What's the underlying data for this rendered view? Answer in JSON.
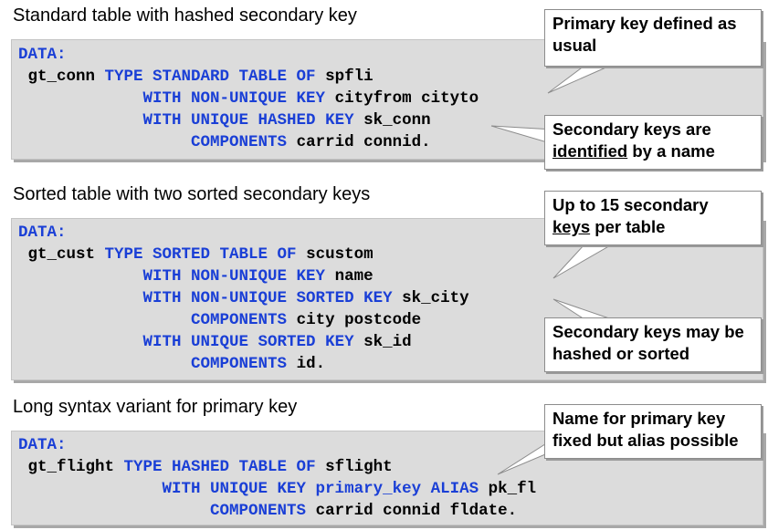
{
  "sections": [
    {
      "heading": "Standard table with hashed secondary key",
      "code": [
        [
          {
            "t": "DATA:",
            "k": 1
          }
        ],
        [
          {
            "t": " gt_conn ",
            "k": 0
          },
          {
            "t": "TYPE STANDARD TABLE OF",
            "k": 1
          },
          {
            "t": " spfli",
            "k": 0
          }
        ],
        [
          {
            "t": "             ",
            "k": 0
          },
          {
            "t": "WITH NON-UNIQUE KEY",
            "k": 1
          },
          {
            "t": " cityfrom cityto",
            "k": 0
          }
        ],
        [
          {
            "t": "             ",
            "k": 0
          },
          {
            "t": "WITH UNIQUE HASHED KEY",
            "k": 1
          },
          {
            "t": " sk_conn",
            "k": 0
          }
        ],
        [
          {
            "t": "                  ",
            "k": 0
          },
          {
            "t": "COMPONENTS",
            "k": 1
          },
          {
            "t": " carrid connid.",
            "k": 0
          }
        ]
      ]
    },
    {
      "heading": "Sorted table with two sorted secondary keys",
      "code": [
        [
          {
            "t": "DATA:",
            "k": 1
          }
        ],
        [
          {
            "t": " gt_cust ",
            "k": 0
          },
          {
            "t": "TYPE SORTED TABLE OF",
            "k": 1
          },
          {
            "t": " scustom",
            "k": 0
          }
        ],
        [
          {
            "t": "             ",
            "k": 0
          },
          {
            "t": "WITH NON-UNIQUE KEY",
            "k": 1
          },
          {
            "t": " name",
            "k": 0
          }
        ],
        [
          {
            "t": "             ",
            "k": 0
          },
          {
            "t": "WITH NON-UNIQUE SORTED KEY",
            "k": 1
          },
          {
            "t": " sk_city",
            "k": 0
          }
        ],
        [
          {
            "t": "                  ",
            "k": 0
          },
          {
            "t": "COMPONENTS",
            "k": 1
          },
          {
            "t": " city postcode",
            "k": 0
          }
        ],
        [
          {
            "t": "             ",
            "k": 0
          },
          {
            "t": "WITH UNIQUE SORTED KEY",
            "k": 1
          },
          {
            "t": " sk_id",
            "k": 0
          }
        ],
        [
          {
            "t": "                  ",
            "k": 0
          },
          {
            "t": "COMPONENTS",
            "k": 1
          },
          {
            "t": " id.",
            "k": 0
          }
        ]
      ]
    },
    {
      "heading": "Long syntax variant for primary key",
      "code": [
        [
          {
            "t": "DATA:",
            "k": 1
          }
        ],
        [
          {
            "t": " gt_flight ",
            "k": 0
          },
          {
            "t": "TYPE HASHED TABLE OF",
            "k": 1
          },
          {
            "t": " sflight",
            "k": 0
          }
        ],
        [
          {
            "t": "               ",
            "k": 0
          },
          {
            "t": "WITH UNIQUE KEY primary_key",
            "k": 1
          },
          {
            "t": " ",
            "k": 0
          },
          {
            "t": "ALIAS",
            "k": 1
          },
          {
            "t": " pk_fl",
            "k": 0
          }
        ],
        [
          {
            "t": "                    ",
            "k": 0
          },
          {
            "t": "COMPONENTS",
            "k": 1
          },
          {
            "t": " carrid connid fldate.",
            "k": 0
          }
        ]
      ]
    }
  ],
  "callouts": {
    "primary_key": {
      "line1": "Primary key defined as",
      "line2": "usual"
    },
    "named": {
      "line1": "Secondary keys are",
      "line2_u": "identified",
      "line2_rest": " by a name"
    },
    "up_to_15": {
      "line1": "Up to 15 secondary",
      "line2_u": "keys",
      "line2_rest": " per table"
    },
    "hashed_sorted": {
      "line1": "Secondary keys may be",
      "line2": "hashed or sorted"
    },
    "primary_name": {
      "line1": "Name for primary key",
      "line2": "fixed but alias possible"
    }
  },
  "colors": {
    "keyword": "#1a3fd6",
    "box": "#dcdcdc",
    "text": "#000000"
  }
}
